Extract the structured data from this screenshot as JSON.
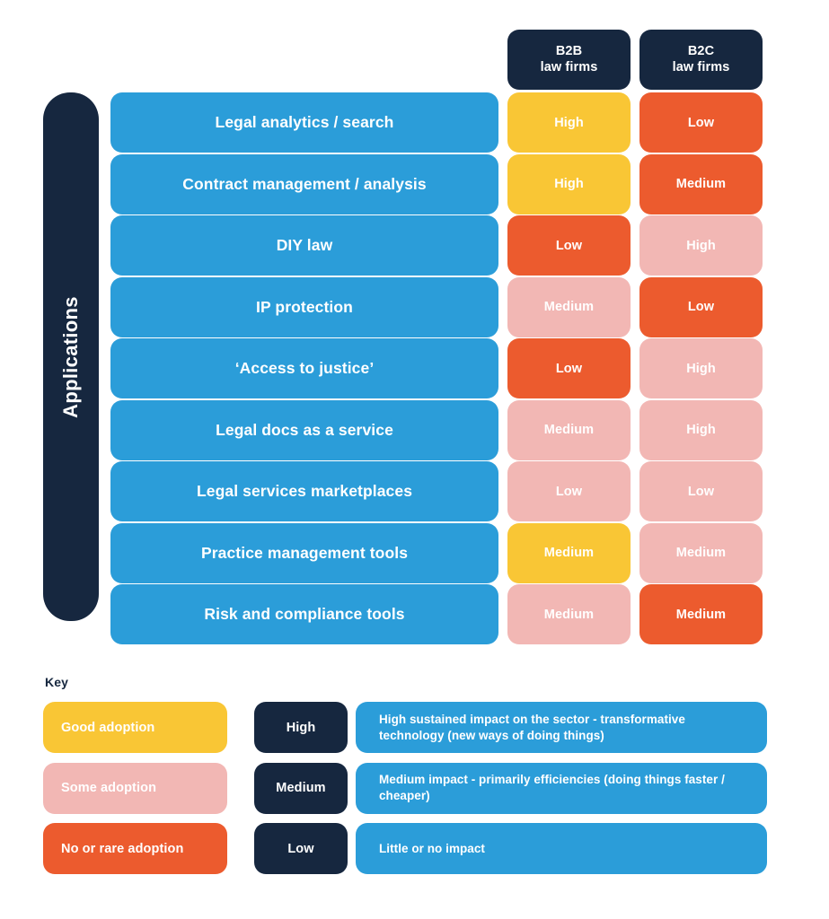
{
  "matrix": {
    "row_axis_label": "Applications",
    "columns": [
      {
        "id": "b2b",
        "label": "B2B\nlaw firms",
        "line1": "B2B",
        "line2": "law firms"
      },
      {
        "id": "b2c",
        "label": "B2C\nlaw firms",
        "line1": "B2C",
        "line2": "law firms"
      }
    ],
    "rows": [
      {
        "application": "Legal analytics / search",
        "b2b": "High",
        "b2c": "Low",
        "b2b_adoption": "good",
        "b2c_adoption": "none"
      },
      {
        "application": "Contract management / analysis",
        "b2b": "High",
        "b2c": "Medium",
        "b2b_adoption": "good",
        "b2c_adoption": "none"
      },
      {
        "application": "DIY law",
        "b2b": "Low",
        "b2c": "High",
        "b2b_adoption": "none",
        "b2c_adoption": "some"
      },
      {
        "application": "IP protection",
        "b2b": "Medium",
        "b2c": "Low",
        "b2b_adoption": "some",
        "b2c_adoption": "none"
      },
      {
        "application": "‘Access to justice’",
        "b2b": "Low",
        "b2c": "High",
        "b2b_adoption": "none",
        "b2c_adoption": "some"
      },
      {
        "application": "Legal docs as a service",
        "b2b": "Medium",
        "b2c": "High",
        "b2b_adoption": "some",
        "b2c_adoption": "some"
      },
      {
        "application": "Legal services marketplaces",
        "b2b": "Low",
        "b2c": "Low",
        "b2b_adoption": "some",
        "b2c_adoption": "some"
      },
      {
        "application": "Practice management tools",
        "b2b": "Medium",
        "b2c": "Medium",
        "b2b_adoption": "good",
        "b2c_adoption": "some"
      },
      {
        "application": "Risk and compliance tools",
        "b2b": "Medium",
        "b2c": "Medium",
        "b2b_adoption": "some",
        "b2c_adoption": "none"
      }
    ]
  },
  "key": {
    "title": "Key",
    "adoption_legend": [
      {
        "label": "Good adoption",
        "adoption": "good"
      },
      {
        "label": "Some adoption",
        "adoption": "some"
      },
      {
        "label": "No or rare adoption",
        "adoption": "none"
      }
    ],
    "impact_legend": [
      {
        "level": "High",
        "description": "High sustained impact on the sector - transformative technology (new ways of doing things)"
      },
      {
        "level": "Medium",
        "description": "Medium impact - primarily efficiencies (doing things faster / cheaper)"
      },
      {
        "level": "Low",
        "description": "Little or no impact"
      }
    ]
  },
  "colors": {
    "navy": "#16273F",
    "blue": "#2B9DD9",
    "good_adoption_yellow": "#F9C635",
    "some_adoption_pink": "#F2B7B4",
    "no_adoption_orange": "#EC5B2E",
    "background": "#FFFFFF",
    "text_on_fill": "#FFFFFF"
  },
  "chart_data": {
    "type": "heatmap",
    "title": "",
    "xlabel": "",
    "ylabel": "Applications",
    "categories_x": [
      "B2B law firms",
      "B2C law firms"
    ],
    "categories_y": [
      "Legal analytics / search",
      "Contract management / analysis",
      "DIY law",
      "IP protection",
      "‘Access to justice’",
      "Legal docs as a service",
      "Legal services marketplaces",
      "Practice management tools",
      "Risk and compliance tools"
    ],
    "cell_text": [
      [
        "High",
        "Low"
      ],
      [
        "High",
        "Medium"
      ],
      [
        "Low",
        "High"
      ],
      [
        "Medium",
        "Low"
      ],
      [
        "Low",
        "High"
      ],
      [
        "Medium",
        "High"
      ],
      [
        "Low",
        "Low"
      ],
      [
        "Medium",
        "Medium"
      ],
      [
        "Medium",
        "Medium"
      ]
    ],
    "cell_fill_category": [
      [
        "good",
        "none"
      ],
      [
        "good",
        "none"
      ],
      [
        "none",
        "some"
      ],
      [
        "some",
        "none"
      ],
      [
        "none",
        "some"
      ],
      [
        "some",
        "some"
      ],
      [
        "some",
        "some"
      ],
      [
        "good",
        "some"
      ],
      [
        "some",
        "none"
      ]
    ],
    "text_encodes": "impact level (High / Medium / Low)",
    "fill_encodes": "adoption level (Good / Some / No or rare)",
    "fill_color_map": {
      "good": "#F9C635",
      "some": "#F2B7B4",
      "none": "#EC5B2E"
    },
    "legend_position": "bottom",
    "grid": false
  }
}
